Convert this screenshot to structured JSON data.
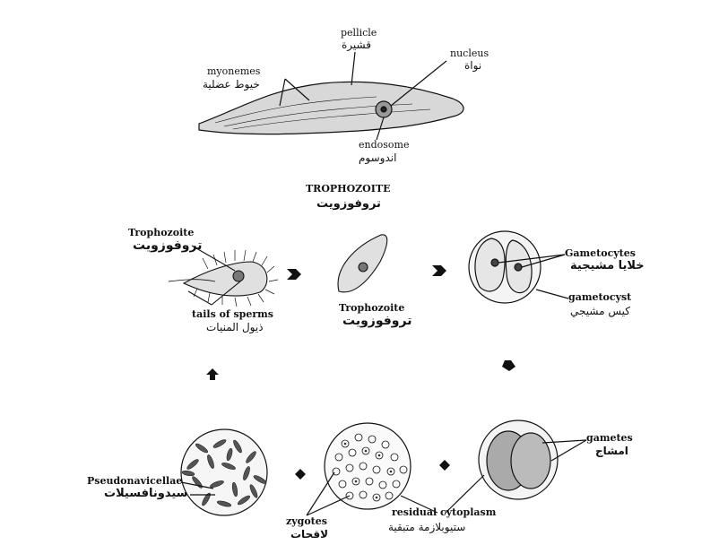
{
  "top": {
    "pellicle": "pellicle",
    "pellicle_ar": "قشيرة",
    "nucleus": "nucleus",
    "nucleus_ar": "نواة",
    "myonemes": "myonemes",
    "myonemes_ar": "خيوط عضلية",
    "endosome": "endosome",
    "endosome_ar": "اندوسوم",
    "title": "TROPHOZOITE",
    "title_ar": "تروفوزويت"
  },
  "cycle": {
    "trophozoite_left": "Trophozoite",
    "trophozoite_left_ar": "تروفوزويت",
    "tails": "tails of sperms",
    "tails_ar": "ذيول المنيات",
    "trophozoite_mid": "Trophozoite",
    "trophozoite_mid_ar": "تروفوزويت",
    "gametocytes": "Gametocytes",
    "gametocytes_ar": "خلايا مشيجية",
    "gametocyst": "gametocyst",
    "gametocyst_ar": "كيس مشيجي",
    "gametes": "gametes",
    "gametes_ar": "امشاج",
    "residual": "residual cytoplasm",
    "residual_ar": "ستيوبلازمة متبقية",
    "zygotes": "zygotes",
    "zygotes_ar": "لاقحات",
    "pseudo": "Pseudonavicellae",
    "pseudo_ar": "سيدونافسيلات"
  }
}
